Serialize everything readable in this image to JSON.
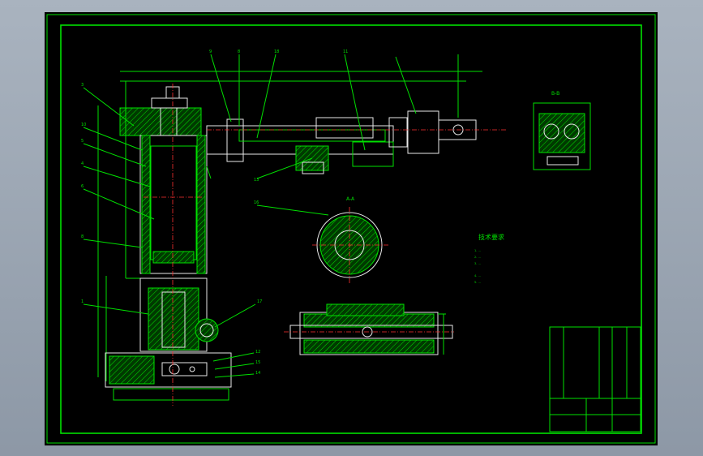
{
  "colors": {
    "background": "#000000",
    "frame": "#00e000",
    "lines": "#e8e8e8",
    "centerlines": "#ff3030",
    "desktop": "#9aa4b1"
  },
  "tech_title": "技术要求",
  "tech_notes": [
    "1. ...",
    "2. ...",
    "3. ...",
    "4. ...",
    "5. ..."
  ],
  "balloons": [
    "3",
    "10",
    "5",
    "4",
    "6",
    "8",
    "1",
    "9",
    "8",
    "18",
    "11",
    "16",
    "13",
    "12",
    "15",
    "14",
    "17"
  ],
  "sections": {
    "ab": "A-A",
    "bb": "B-B"
  }
}
